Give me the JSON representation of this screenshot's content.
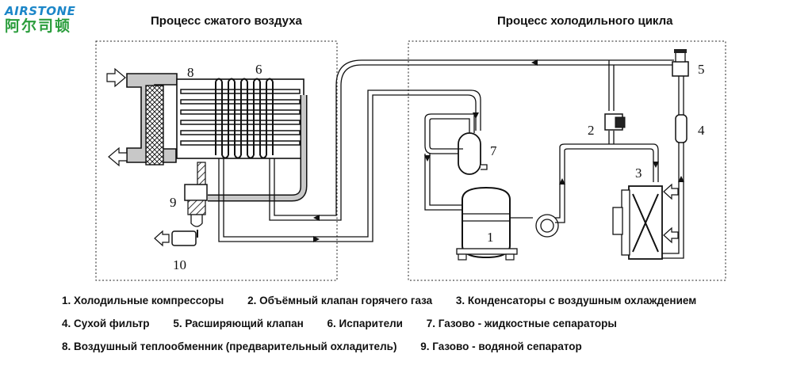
{
  "logo": {
    "brand": "AIRSTONE",
    "chinese": "阿尔司顿",
    "brand_color": "#1c86c8",
    "chinese_color": "#2a9d3c"
  },
  "titles": {
    "left": "Процесс сжатого воздуха",
    "right": "Процесс холодильного цикла"
  },
  "diagram_labels": {
    "n1": "1",
    "n2": "2",
    "n3": "3",
    "n4": "4",
    "n5": "5",
    "n6": "6",
    "n7": "7",
    "n8": "8",
    "n9": "9",
    "n10": "10"
  },
  "legend": {
    "row1": [
      "1. Холодильные компрессоры",
      "2. Объёмный клапан горячего газа",
      "3. Конденсаторы с воздушным охлаждением"
    ],
    "row2": [
      "4. Сухой фильтр",
      "5. Расширяющий клапан",
      "6. Испарители",
      "7. Газово - жидкостные сепараторы"
    ],
    "row3": [
      "8. Воздушный теплообменник (предварительный охладитель)",
      "9. Газово - водяной сепаратор"
    ]
  },
  "icons": [
    "inlet-arrow-icon",
    "outlet-arrow-icon",
    "drain-arrow-icon",
    "flow-arrow-icon"
  ]
}
